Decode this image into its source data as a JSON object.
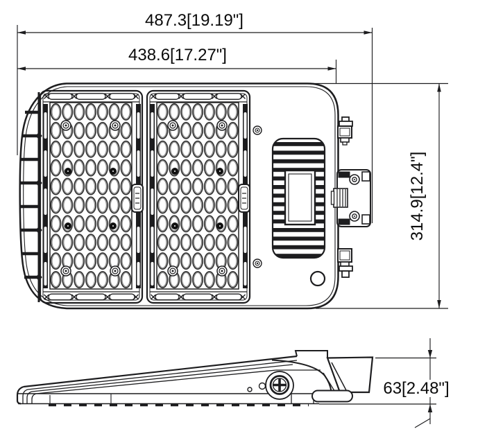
{
  "drawing": {
    "type": "dimensional line drawing, top view and side view of LED area light fixture",
    "dimension_labels": {
      "overall_width": "487.3[19.19\"]",
      "housing_width": "438.6[17.27\"]",
      "overall_depth": "314.9[12.4\"]",
      "side_profile_height": "63[2.48\"]"
    },
    "dimension_values": {
      "overall_width_mm": 487.3,
      "overall_width_in": 19.19,
      "housing_width_mm": 438.6,
      "housing_width_in": 17.27,
      "overall_depth_mm": 314.9,
      "overall_depth_in": 12.4,
      "side_profile_height_mm": 63,
      "side_profile_height_in": 2.48
    },
    "colors": {
      "line": "#1d1d1f",
      "text": "#0a0a0a",
      "background": "#ffffff"
    }
  }
}
